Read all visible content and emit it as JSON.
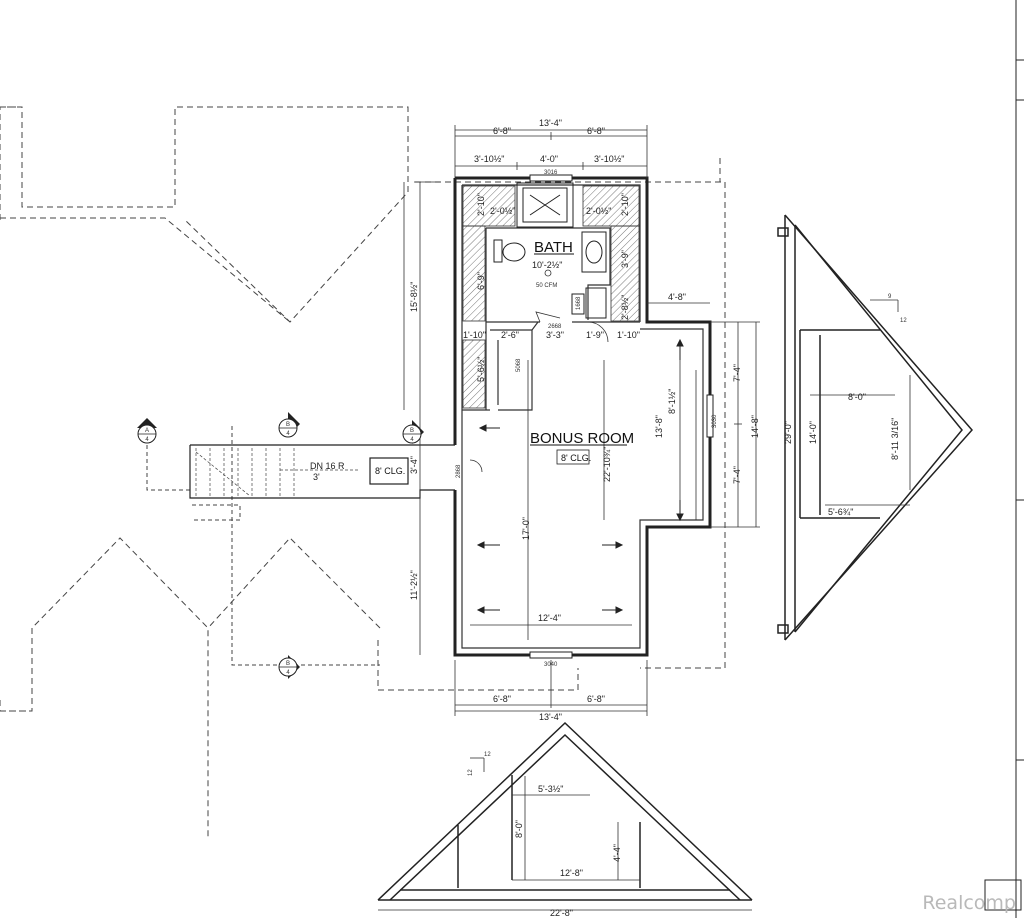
{
  "rooms": {
    "bath": "BATH",
    "bonus": "BONUS ROOM"
  },
  "ceilings": {
    "stair": "8' CLG.",
    "bonus": "8' CLG."
  },
  "notes": {
    "fan": "50 CFM",
    "stair_run": "DN 16 R"
  },
  "windows": {
    "top": "3016",
    "bottom": "3040",
    "side": "3030"
  },
  "doors": {
    "bath": "2668",
    "closet": "5068",
    "stair": "2868",
    "vanity": "1668"
  },
  "dims": {
    "top_overall": "13'-4\"",
    "top_half_left": "6'-8\"",
    "top_half_right": "6'-8\"",
    "top_seg_left": "3'-10½\"",
    "top_seg_mid": "4'-0\"",
    "top_seg_right": "3'-10½\"",
    "bath_left_top": "2'-10\"",
    "bath_right_top": "2'-10\"",
    "bath_left_mid": "2'-0½\"",
    "bath_right_mid": "2'-0½\"",
    "bath_width": "10'-2½\"",
    "bath_left_height": "6'-9\"",
    "bath_right_height": "3'-9\"",
    "bath_right_low": "2'-8½\"",
    "bump_width": "4'-8\"",
    "left_overall": "15'-8½\"",
    "left_seg1": "1'-10\"",
    "left_seg2": "2'-6\"",
    "left_seg3": "3'-3\"",
    "right_seg1": "1'-9\"",
    "right_seg2": "1'-10\"",
    "closet_height": "5'-6½\"",
    "bonus_height_a": "13'-8\"",
    "bonus_height_b": "8'-1½\"",
    "bonus_depth": "22'-10¾\"",
    "right_upper": "7'-4\"",
    "right_lower": "7'-4\"",
    "right_total": "14'-8\"",
    "stair_width": "3'-4\"",
    "stair_run": "3'",
    "bonus_left": "17'-0\"",
    "bonus_width": "12'-4\"",
    "left_lower": "11'-2½\"",
    "bottom_half_left": "6'-8\"",
    "bottom_half_right": "6'-8\"",
    "bottom_overall": "13'-4\"",
    "rs_height": "29'-0\"",
    "rs_inner": "14'-0\"",
    "rs_top": "8'-0\"",
    "rs_right": "8'-11 3/16\"",
    "rs_bottom": "5'-6¾\"",
    "pitch_run": "12",
    "pitch_rise": "9",
    "bs_top": "5'-3½\"",
    "bs_height": "8'-0\"",
    "bs_right": "4'-4\"",
    "bs_inner": "12'-8\"",
    "bs_overall": "22'-8\"",
    "bs_pitch": "12",
    "bs_pitch2": "12"
  },
  "section_tags": [
    {
      "letter": "A",
      "num": "4"
    },
    {
      "letter": "B",
      "num": "4"
    },
    {
      "letter": "B",
      "num": "4"
    },
    {
      "letter": "B",
      "num": "4"
    }
  ],
  "watermark": "Realcomp"
}
